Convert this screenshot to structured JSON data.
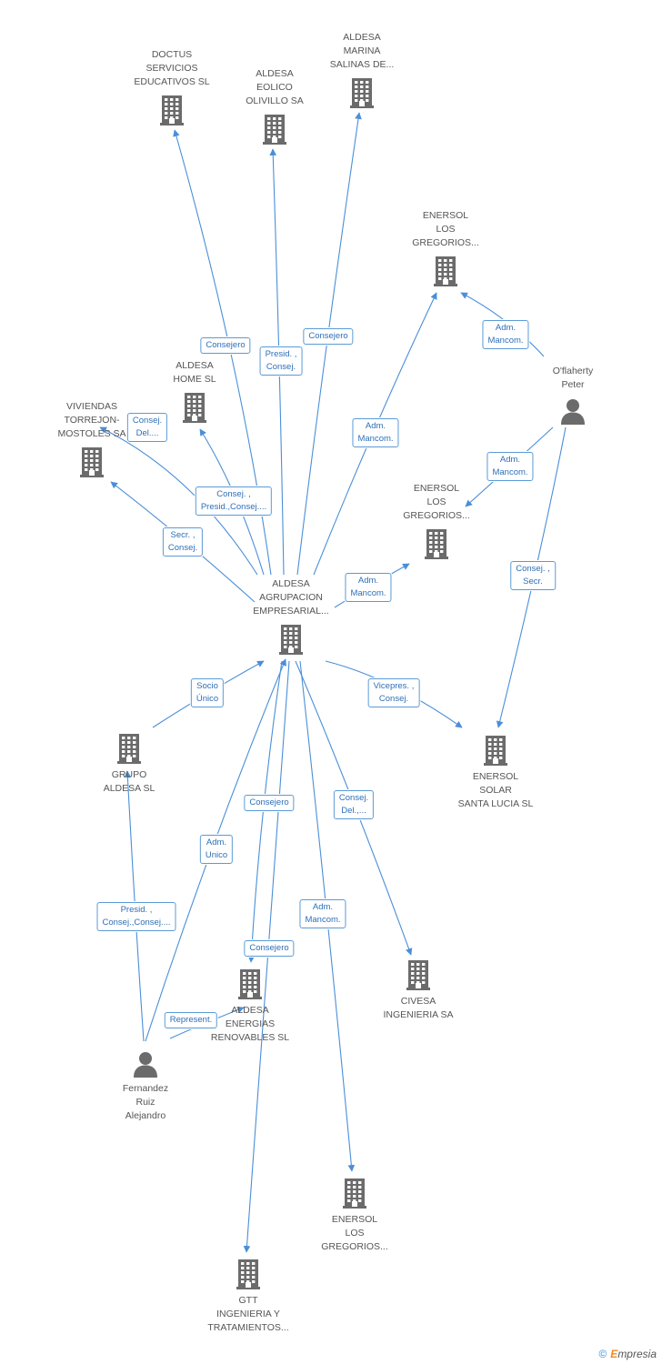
{
  "colors": {
    "edge": "#4a8fd8",
    "icon": "#6b6b6b",
    "label": "#555555",
    "tag_text": "#2e6fb8",
    "tag_border": "#5b9bd5"
  },
  "nodes": [
    {
      "id": "aldesa_agrupacion",
      "type": "company",
      "label": [
        "ALDESA",
        "AGRUPACION",
        "EMPRESARIAL..."
      ]
    },
    {
      "id": "doctus",
      "type": "company",
      "label": [
        "DOCTUS",
        "SERVICIOS",
        "EDUCATIVOS SL"
      ]
    },
    {
      "id": "aldesa_eolico",
      "type": "company",
      "label": [
        "ALDESA",
        "EOLICO",
        "OLIVILLO SA"
      ]
    },
    {
      "id": "aldesa_marina",
      "type": "company",
      "label": [
        "ALDESA",
        "MARINA",
        "SALINAS DE..."
      ]
    },
    {
      "id": "enersol_1",
      "type": "company",
      "label": [
        "ENERSOL",
        "LOS",
        "GREGORIOS..."
      ]
    },
    {
      "id": "oflaherty",
      "type": "person",
      "label": [
        "O'flaherty",
        "Peter"
      ]
    },
    {
      "id": "aldesa_home",
      "type": "company",
      "label": [
        "ALDESA",
        "HOME SL"
      ]
    },
    {
      "id": "viviendas",
      "type": "company",
      "label": [
        "VIVIENDAS",
        "TORREJON-",
        "MOSTOLES SA"
      ]
    },
    {
      "id": "enersol_2",
      "type": "company",
      "label": [
        "ENERSOL",
        "LOS",
        "GREGORIOS..."
      ]
    },
    {
      "id": "grupo_aldesa",
      "type": "company",
      "label": [
        "GRUPO",
        "ALDESA SL"
      ]
    },
    {
      "id": "enersol_solar",
      "type": "company",
      "label": [
        "ENERSOL",
        "SOLAR",
        "SANTA LUCIA SL"
      ]
    },
    {
      "id": "civesa",
      "type": "company",
      "label": [
        "CIVESA",
        "INGENIERIA SA"
      ]
    },
    {
      "id": "aldesa_energias",
      "type": "company",
      "label": [
        "ALDESA",
        "ENERGIAS",
        "RENOVABLES SL"
      ]
    },
    {
      "id": "fernandez",
      "type": "person",
      "label": [
        "Fernandez",
        "Ruiz",
        "Alejandro"
      ]
    },
    {
      "id": "enersol_3",
      "type": "company",
      "label": [
        "ENERSOL",
        "LOS",
        "GREGORIOS..."
      ]
    },
    {
      "id": "gtt",
      "type": "company",
      "label": [
        "GTT",
        "INGENIERIA Y",
        "TRATAMIENTOS..."
      ]
    }
  ],
  "edges": [
    {
      "from": "aldesa_agrupacion",
      "to": "doctus",
      "tag": [
        "Consejero"
      ]
    },
    {
      "from": "aldesa_agrupacion",
      "to": "aldesa_eolico",
      "tag": [
        "Presid. ,",
        "Consej."
      ]
    },
    {
      "from": "aldesa_agrupacion",
      "to": "aldesa_marina",
      "tag": [
        "Consejero"
      ]
    },
    {
      "from": "aldesa_agrupacion",
      "to": "enersol_1",
      "tag": [
        "Adm.",
        "Mancom."
      ]
    },
    {
      "from": "oflaherty",
      "to": "enersol_1",
      "tag": [
        "Adm.",
        "Mancom."
      ]
    },
    {
      "from": "aldesa_agrupacion",
      "to": "aldesa_home",
      "tag": [
        "Consej. ,",
        "Presid.,Consej...."
      ]
    },
    {
      "from": "aldesa_agrupacion",
      "to": "viviendas",
      "tag": [
        "Secr. ,",
        "Consej."
      ]
    },
    {
      "from": "aldesa_agrupacion",
      "to": "viviendas",
      "tag": [
        "Consej.",
        "Del...."
      ]
    },
    {
      "from": "oflaherty",
      "to": "enersol_2",
      "tag": [
        "Adm.",
        "Mancom."
      ]
    },
    {
      "from": "aldesa_agrupacion",
      "to": "enersol_2",
      "tag": [
        "Adm.",
        "Mancom."
      ]
    },
    {
      "from": "oflaherty",
      "to": "enersol_solar",
      "tag": [
        "Consej. ,",
        "Secr."
      ]
    },
    {
      "from": "grupo_aldesa",
      "to": "aldesa_agrupacion",
      "tag": [
        "Socio",
        "Único"
      ]
    },
    {
      "from": "aldesa_agrupacion",
      "to": "enersol_solar",
      "tag": [
        "Vicepres. ,",
        "Consej."
      ]
    },
    {
      "from": "aldesa_agrupacion",
      "to": "aldesa_energias",
      "tag": [
        "Consejero"
      ]
    },
    {
      "from": "fernandez",
      "to": "aldesa_agrupacion",
      "tag": [
        "Adm.",
        "Unico"
      ]
    },
    {
      "from": "aldesa_agrupacion",
      "to": "civesa",
      "tag": [
        "Consej.",
        "Del.,..."
      ]
    },
    {
      "from": "fernandez",
      "to": "grupo_aldesa",
      "tag": [
        "Presid. ,",
        "Consej.,Consej...."
      ]
    },
    {
      "from": "aldesa_agrupacion",
      "to": "enersol_3",
      "tag": [
        "Adm.",
        "Mancom."
      ]
    },
    {
      "from": "fernandez",
      "to": "aldesa_energias",
      "tag": [
        "Represent."
      ]
    },
    {
      "from": "aldesa_agrupacion",
      "to": "gtt",
      "tag": [
        "Consejero"
      ]
    }
  ],
  "footer": {
    "copyright": "©",
    "brand_initial": "E",
    "brand_rest": "mpresia"
  }
}
